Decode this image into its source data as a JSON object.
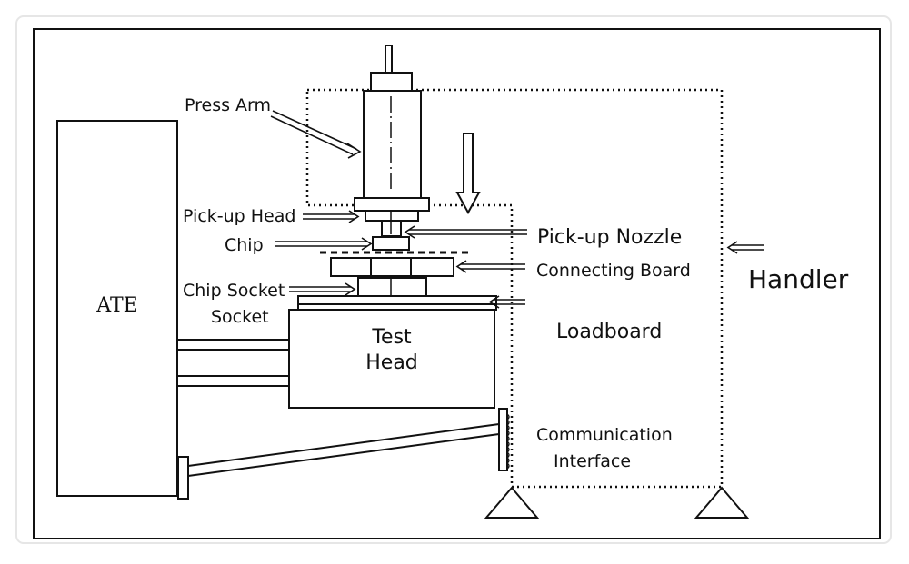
{
  "labels": {
    "ate": "ATE",
    "press_arm": "Press Arm",
    "pickup_head": "Pick-up Head",
    "chip": "Chip",
    "chip_socket": "Chip Socket",
    "socket": "Socket",
    "test_head_line1": "Test",
    "test_head_line2": "Head",
    "pickup_nozzle": "Pick-up Nozzle",
    "connecting_board": "Connecting Board",
    "loadboard": "Loadboard",
    "handler": "Handler",
    "communication_line1": "Communication",
    "communication_line2": "Interface"
  },
  "colors": {
    "stroke": "#111111",
    "background": "#ffffff",
    "frame": "#1a1a1a"
  }
}
